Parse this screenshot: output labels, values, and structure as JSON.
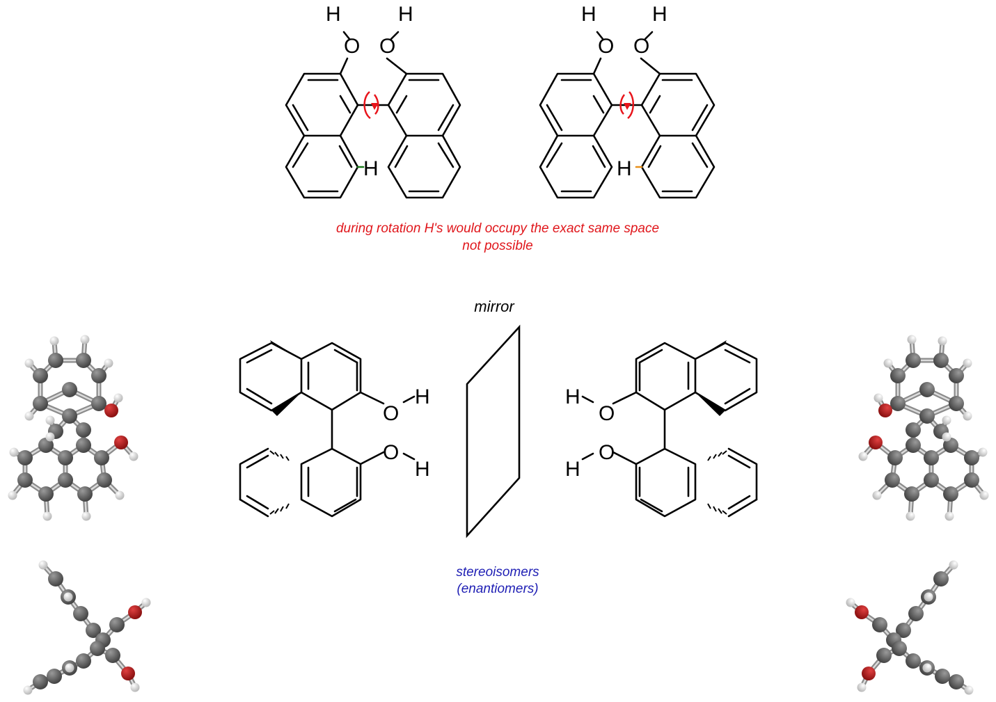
{
  "colors": {
    "black": "#000000",
    "rotation_arrow": "#e8141b",
    "h_green": "#1a7a1a",
    "h_orange": "#e8901a",
    "caption_red": "#e0161b",
    "caption_blue": "#1e1eb4",
    "carbon": "#565656",
    "hydrogen": "#d9d9d9",
    "oxygen": "#b01a1a"
  },
  "atoms": {
    "oxygen": "O",
    "hydrogen": "H"
  },
  "top": {
    "caption_line1": "during rotation H's would occupy the exact same space",
    "caption_line2": "not possible"
  },
  "bottom": {
    "mirror_label": "mirror",
    "caption_line1": "stereoisomers",
    "caption_line2": "(enantiomers)"
  },
  "icons": {
    "rotation": "rotation-arrow-icon",
    "models": "ball-and-stick-model"
  }
}
